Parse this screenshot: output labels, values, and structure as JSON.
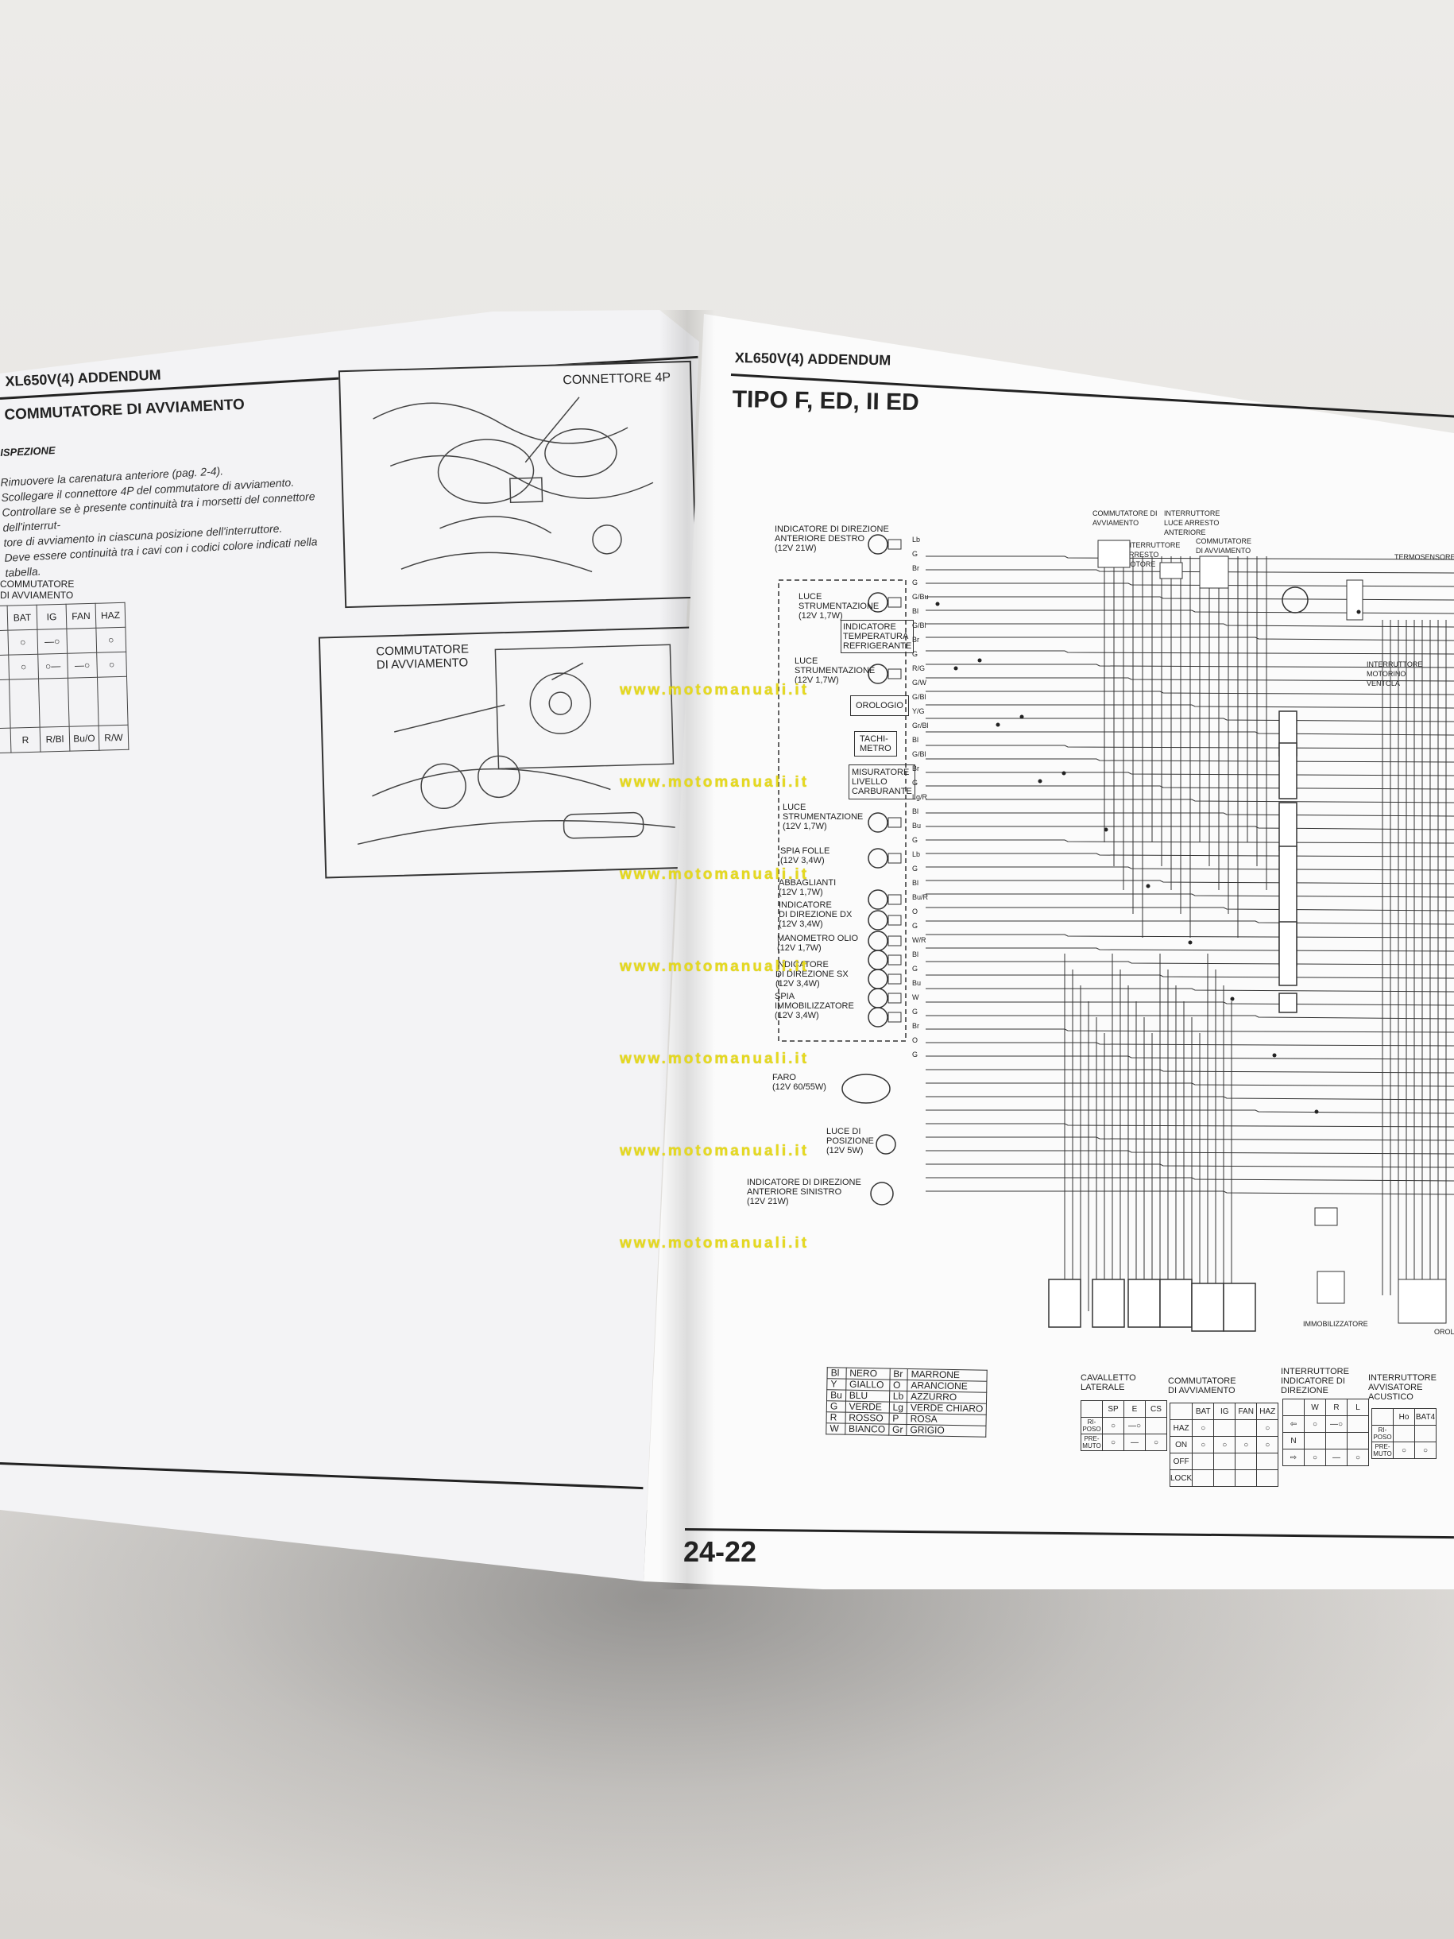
{
  "left_page": {
    "header": "XL650V(4) ADDENDUM",
    "section_title": "COMMUTATORE DI AVVIAMENTO",
    "subtitle": "ISPEZIONE",
    "instructions": [
      "Rimuovere la carenatura anteriore (pag. 2-4).",
      "Scollegare il connettore 4P del commutatore di avviamento.",
      "Controllare se è presente continuità tra i morsetti del connettore dell'interrut-",
      "tore di avviamento in ciascuna posizione dell'interruttore.",
      "Deve essere continuità tra i cavi con i codici colore indicati nella tabella."
    ],
    "table_title": [
      "COMMUTATORE",
      "DI AVVIAMENTO"
    ],
    "table_headers": [
      "BAT",
      "IG",
      "FAN",
      "HAZ"
    ],
    "table_colors": [
      "R",
      "R/Bl",
      "Bu/O",
      "R/W"
    ],
    "figure1_label": "CONNETTORE 4P",
    "figure2_label": [
      "COMMUTATORE",
      "DI AVVIAMENTO"
    ]
  },
  "right_page": {
    "header": "XL650V(4) ADDENDUM",
    "title": "TIPO F, ED, II ED",
    "page_number": "24-22",
    "components_left": [
      [
        "INDICATORE DI DIREZIONE",
        "ANTERIORE DESTRO",
        "(12V 21W)"
      ],
      [
        "LUCE",
        "STRUMENTAZIONE",
        "(12V 1,7W)"
      ],
      [
        "INDICATORE",
        "TEMPERATURA",
        "REFRIGERANTE"
      ],
      [
        "LUCE",
        "STRUMENTAZIONE",
        "(12V 1,7W)"
      ],
      [
        "OROLOGIO"
      ],
      [
        "TACHI-",
        "METRO"
      ],
      [
        "MISURATORE",
        "LIVELLO",
        "CARBURANTE"
      ],
      [
        "LUCE",
        "STRUMENTAZIONE",
        "(12V 1,7W)"
      ],
      [
        "SPIA FOLLE",
        "(12V 3,4W)"
      ],
      [
        "ABBAGLIANTI",
        "(12V 1,7W)"
      ],
      [
        "INDICATORE",
        "DI DIREZIONE DX",
        "(12V 3,4W)"
      ],
      [
        "MANOMETRO OLIO",
        "(12V 1,7W)"
      ],
      [
        "INDICATORE",
        "DI DIREZIONE SX",
        "(12V 3,4W)"
      ],
      [
        "SPIA",
        "IMMOBILIZZATORE",
        "(12V 3,4W)"
      ],
      [
        "FARO",
        "(12V 60/55W)"
      ],
      [
        "LUCE DI",
        "POSIZIONE",
        "(12V 5W)"
      ],
      [
        "INDICATORE DI DIREZIONE",
        "ANTERIORE SINISTRO",
        "(12V 21W)"
      ]
    ],
    "components_top": [
      "COMMUTATORE DI AVVIAMENTO",
      "INTERRUTTORE ARRESTO MOTORE",
      "INTERRUTTORE LUCE ARRESTO ANTERIORE",
      "COMMUTATORE DI AVVIAMENTO",
      "TERMOSENSORE",
      "INTERRUTTORE MOTORINO VENTOLA"
    ],
    "components_bottom": [
      "CAVALLETTO LATERALE",
      "COMMUTATORE DI AVVIAMENTO",
      "INTERRUTTORE INDICATORE DI DIREZIONE",
      "INTERRUTTORE AVVISATORE ACUSTICO",
      "IMMOBILIZZATORE",
      "OROLOGIO"
    ],
    "wire_codes_left": [
      "Lb",
      "G",
      "Br",
      "G",
      "G/Bu",
      "Bl",
      "G/Bl",
      "Br",
      "G",
      "R/G",
      "G/W",
      "G/Bl",
      "Y/G",
      "Gr/Bl",
      "Bl",
      "G/Bl",
      "Br",
      "G",
      "Lg/R",
      "Bl",
      "Bu",
      "G",
      "Lb",
      "G",
      "Bl",
      "Bu/R",
      "O",
      "G",
      "W/R",
      "Bl",
      "G",
      "Bu",
      "W",
      "G",
      "Br",
      "O",
      "G"
    ],
    "color_key": [
      [
        "Bl",
        "NERO",
        "Br",
        "MARRONE"
      ],
      [
        "Y",
        "GIALLO",
        "O",
        "ARANCIONE"
      ],
      [
        "Bu",
        "BLU",
        "Lb",
        "AZZURRO"
      ],
      [
        "G",
        "VERDE",
        "Lg",
        "VERDE CHIARO"
      ],
      [
        "R",
        "ROSSO",
        "P",
        "ROSA"
      ],
      [
        "W",
        "BIANCO",
        "Gr",
        "GRIGIO"
      ]
    ],
    "sidestand_table": {
      "headers": [
        "SP",
        "E",
        "CS"
      ],
      "rows": [
        "RI-POSO",
        "PRE-MUTO"
      ]
    },
    "ignition_table": {
      "headers": [
        "BAT",
        "IG",
        "FAN",
        "HAZ"
      ],
      "rows": [
        "HAZ",
        "ON",
        "OFF",
        "LOCK"
      ]
    },
    "turn_table": {
      "headers": [
        "W",
        "R",
        "L"
      ],
      "rows": [
        "⇦",
        "N",
        "⇨"
      ]
    },
    "horn_table": {
      "headers": [
        "Ho",
        "BAT4"
      ],
      "rows": [
        "RI-POSO",
        "PRE-MUTO"
      ]
    }
  },
  "watermark": "www.motomanuali.it",
  "watermark_count": 7
}
